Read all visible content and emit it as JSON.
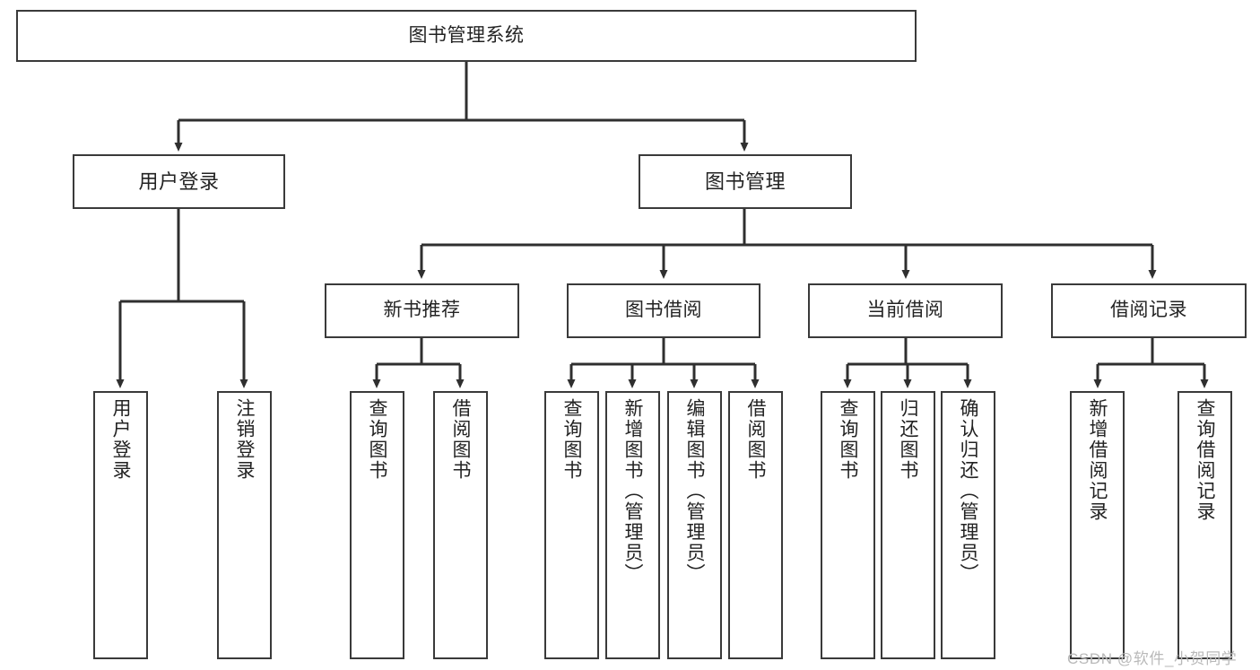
{
  "diagram": {
    "type": "tree",
    "title": "图书管理系统",
    "root": {
      "label": "图书管理系统"
    },
    "level1": [
      {
        "label": "用户登录"
      },
      {
        "label": "图书管理"
      }
    ],
    "level2": [
      {
        "label": "新书推荐"
      },
      {
        "label": "图书借阅"
      },
      {
        "label": "当前借阅"
      },
      {
        "label": "借阅记录"
      }
    ],
    "leaves": {
      "user_login": [
        {
          "label": "用户登录"
        },
        {
          "label": "注销登录"
        }
      ],
      "new_book_recommend": [
        {
          "label": "查询图书"
        },
        {
          "label": "借阅图书"
        }
      ],
      "book_borrow": [
        {
          "label": "查询图书"
        },
        {
          "label": "新增图书（管理员）"
        },
        {
          "label": "编辑图书（管理员）"
        },
        {
          "label": "借阅图书"
        }
      ],
      "current_borrow": [
        {
          "label": "查询图书"
        },
        {
          "label": "归还图书"
        },
        {
          "label": "确认归还（管理员）"
        }
      ],
      "borrow_record": [
        {
          "label": "新增借阅记录"
        },
        {
          "label": "查询借阅记录"
        }
      ]
    }
  },
  "watermark": {
    "text": "CSDN @软件_小贺同学"
  },
  "colors": {
    "box_border": "#3a3a3a",
    "box_fill": "#ffffff",
    "connector": "#2f2f2f",
    "text": "#232323",
    "watermark": "#b9b9b9",
    "background": "#ffffff"
  }
}
